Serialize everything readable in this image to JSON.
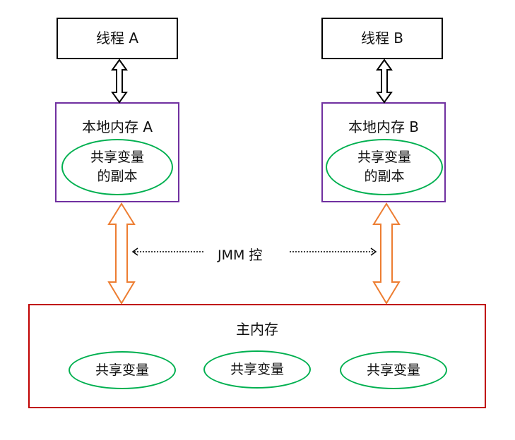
{
  "thread_a": {
    "label": "线程 A"
  },
  "thread_b": {
    "label": "线程 B"
  },
  "local_a": {
    "title": "本地内存 A",
    "copy_line1": "共享变量",
    "copy_line2": "的副本"
  },
  "local_b": {
    "title": "本地内存 B",
    "copy_line1": "共享变量",
    "copy_line2": "的副本"
  },
  "jmm_label": "JMM 控",
  "main_memory": {
    "title": "主内存",
    "vars": [
      "共享变量",
      "共享变量",
      "共享变量"
    ]
  },
  "colors": {
    "thread_border": "#000000",
    "local_border": "#7030a0",
    "ellipse_border": "#00b050",
    "main_border": "#c00000",
    "orange_arrow": "#ed7d31"
  }
}
